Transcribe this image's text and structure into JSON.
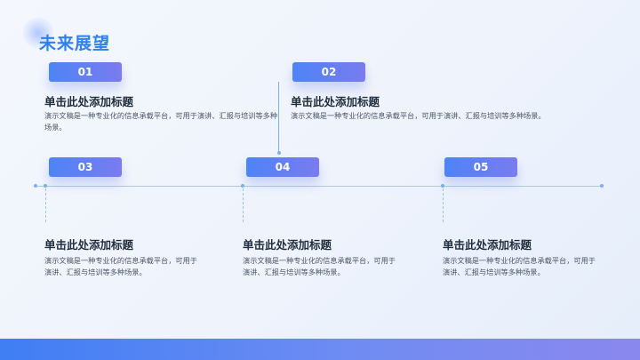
{
  "slide": {
    "title": "未来展望",
    "items": [
      {
        "number": "01",
        "heading": "单击此处添加标题",
        "text": "演示文稿是一种专业化的信息承载平台，可用于演讲、汇报与培训等多种场景。"
      },
      {
        "number": "02",
        "heading": "单击此处添加标题",
        "text": "演示文稿是一种专业化的信息承载平台，可用于演讲、汇报与培训等多种场景。"
      },
      {
        "number": "03",
        "heading": "单击此处添加标题",
        "text": "演示文稿是一种专业化的信息承载平台，可用于演讲、汇报与培训等多种场景。"
      },
      {
        "number": "04",
        "heading": "单击此处添加标题",
        "text": "演示文稿是一种专业化的信息承载平台，可用于演讲、汇报与培训等多种场景。"
      },
      {
        "number": "05",
        "heading": "单击此处添加标题",
        "text": "演示文稿是一种专业化的信息承载平台，可用于演讲、汇报与培训等多种场景。"
      }
    ]
  },
  "colors": {
    "accent": "#2f80f0",
    "badge_start": "#4d84f6",
    "badge_end": "#7a7bf0",
    "timeline": "#a8c8f4",
    "heading": "#1f2d3d",
    "body_text": "#4a5566"
  }
}
